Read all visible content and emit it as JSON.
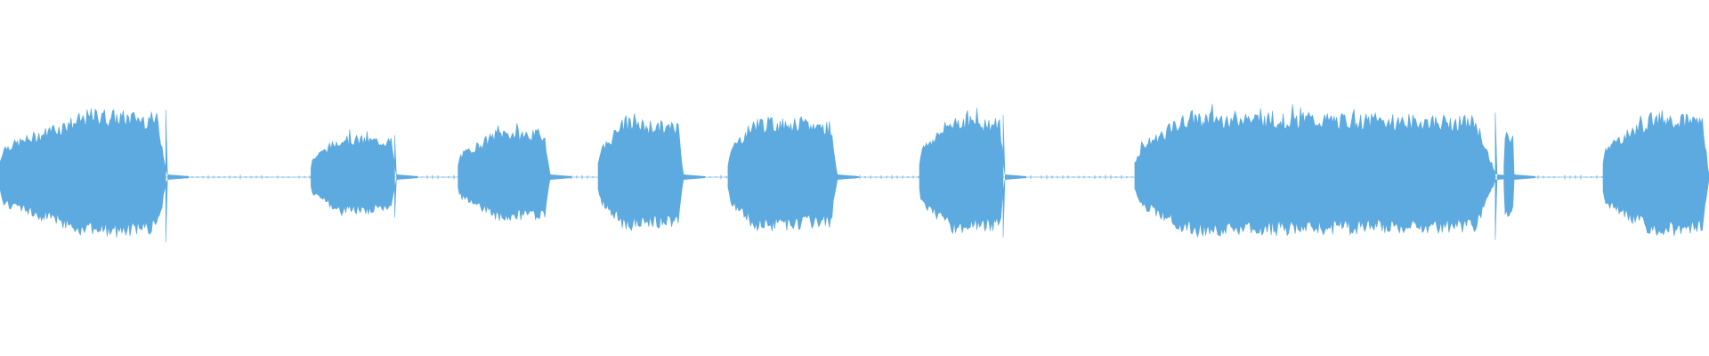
{
  "waveform": {
    "color": "#5daae0",
    "background": "#ffffff",
    "segments": [
      {
        "name": "segment-1",
        "start": 0.0,
        "end": 0.098,
        "attack": 0.55,
        "peak": 1.0,
        "tail_spike": true
      },
      {
        "name": "segment-2",
        "start": 0.182,
        "end": 0.232,
        "attack": 0.35,
        "peak": 0.62,
        "tail_spike": true
      },
      {
        "name": "segment-3",
        "start": 0.268,
        "end": 0.322,
        "attack": 0.45,
        "peak": 0.72,
        "tail_spike": false
      },
      {
        "name": "segment-4",
        "start": 0.35,
        "end": 0.4,
        "attack": 0.3,
        "peak": 0.86,
        "tail_spike": false
      },
      {
        "name": "segment-5",
        "start": 0.426,
        "end": 0.49,
        "attack": 0.25,
        "peak": 0.88,
        "tail_spike": false
      },
      {
        "name": "segment-6",
        "start": 0.538,
        "end": 0.588,
        "attack": 0.4,
        "peak": 0.92,
        "tail_spike": true
      },
      {
        "name": "segment-7",
        "start": 0.664,
        "end": 0.876,
        "attack": 0.15,
        "peak": 0.96,
        "tail_spike": true
      },
      {
        "name": "segment-8",
        "start": 0.88,
        "end": 0.886,
        "attack": 0.1,
        "peak": 0.66,
        "tail_spike": false
      },
      {
        "name": "segment-9",
        "start": 0.938,
        "end": 1.0,
        "attack": 0.5,
        "peak": 0.98,
        "tail_spike": false
      }
    ],
    "noise_floor": 0.012
  }
}
